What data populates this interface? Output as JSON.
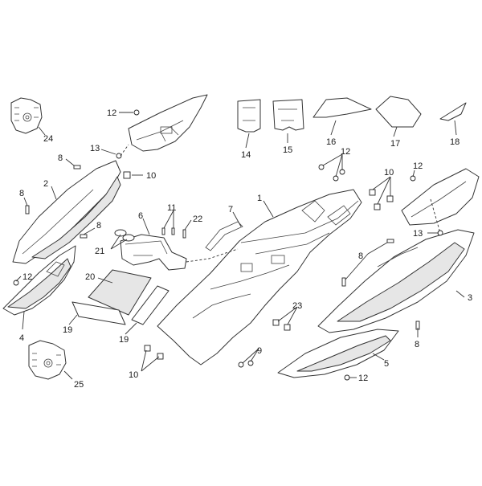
{
  "diagram": {
    "callouts": [
      {
        "id": "c24",
        "text": "24"
      },
      {
        "id": "c12a",
        "text": "12"
      },
      {
        "id": "c13a",
        "text": "13"
      },
      {
        "id": "c8a",
        "text": "8"
      },
      {
        "id": "c10a",
        "text": "10"
      },
      {
        "id": "c2",
        "text": "2"
      },
      {
        "id": "c8b",
        "text": "8"
      },
      {
        "id": "c14",
        "text": "14"
      },
      {
        "id": "c15",
        "text": "15"
      },
      {
        "id": "c16",
        "text": "16"
      },
      {
        "id": "c17",
        "text": "17"
      },
      {
        "id": "c18",
        "text": "18"
      },
      {
        "id": "c12b",
        "text": "12"
      },
      {
        "id": "c10b",
        "text": "10"
      },
      {
        "id": "c12c",
        "text": "12"
      },
      {
        "id": "c1",
        "text": "1"
      },
      {
        "id": "c7",
        "text": "7"
      },
      {
        "id": "c6",
        "text": "6"
      },
      {
        "id": "c11",
        "text": "11"
      },
      {
        "id": "c22",
        "text": "22"
      },
      {
        "id": "c8c",
        "text": "8"
      },
      {
        "id": "c21",
        "text": "21"
      },
      {
        "id": "c13b",
        "text": "13"
      },
      {
        "id": "c8d",
        "text": "8"
      },
      {
        "id": "c12d",
        "text": "12"
      },
      {
        "id": "c20",
        "text": "20"
      },
      {
        "id": "c3",
        "text": "3"
      },
      {
        "id": "c4",
        "text": "4"
      },
      {
        "id": "c19a",
        "text": "19"
      },
      {
        "id": "c19b",
        "text": "19"
      },
      {
        "id": "c23",
        "text": "23"
      },
      {
        "id": "c8e",
        "text": "8"
      },
      {
        "id": "c9",
        "text": "9"
      },
      {
        "id": "c10c",
        "text": "10"
      },
      {
        "id": "c5",
        "text": "5"
      },
      {
        "id": "c12e",
        "text": "12"
      },
      {
        "id": "c25",
        "text": "25"
      }
    ]
  }
}
